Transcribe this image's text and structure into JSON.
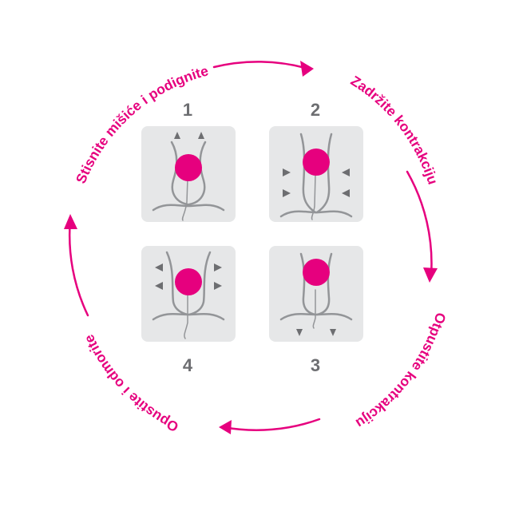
{
  "colors": {
    "accent": "#e6007e",
    "panel": "#e6e7e8",
    "line": "#939598",
    "number": "#6d6e71"
  },
  "cycle_labels": {
    "top": "Stisnite mišiće i podignite",
    "right_upper": "Zadržite kontrakciju",
    "right_lower": "Otpustite kontrakciju",
    "left": "Opustite i odmorite"
  },
  "steps": [
    {
      "number": "1",
      "arrows": "up-arrows-icon"
    },
    {
      "number": "2",
      "arrows": "inward-arrows-icon"
    },
    {
      "number": "3",
      "arrows": "down-arrows-icon"
    },
    {
      "number": "4",
      "arrows": "outward-arrows-icon"
    }
  ]
}
